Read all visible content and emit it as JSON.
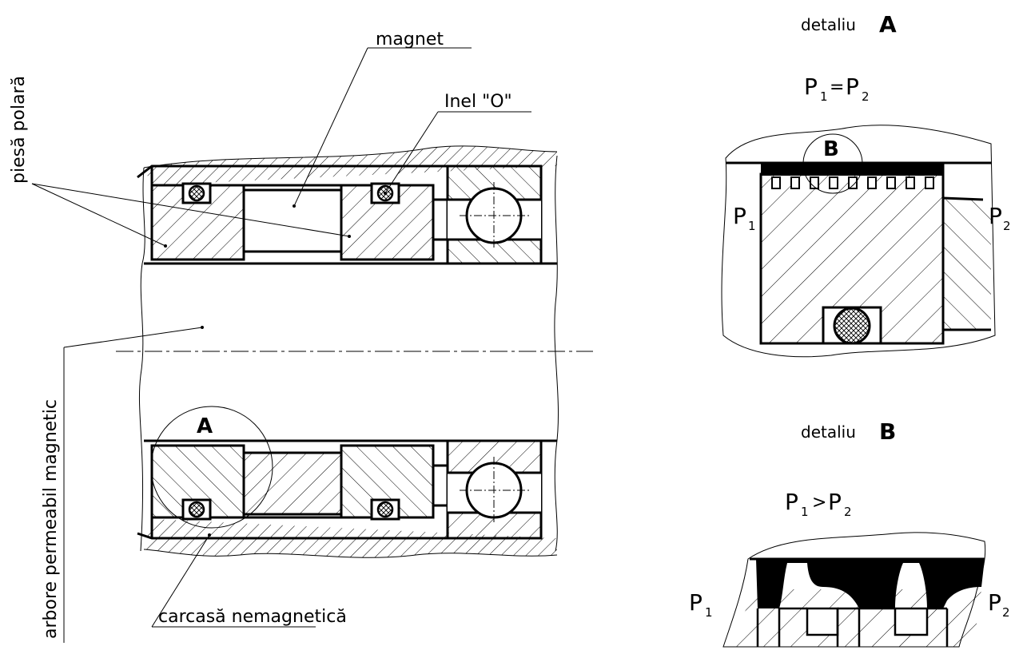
{
  "labels": {
    "piesa_polara": "piesă polară",
    "magnet": "magnet",
    "inel_o": "Inel \"O\"",
    "arbore": "arbore permeabil magnetic",
    "carcasa": "carcasă nemagnetică",
    "detail_a_marker": "A"
  },
  "detail_a": {
    "title_word": "detaliu",
    "title_letter": "A",
    "equation": {
      "left": "P",
      "left_sub": "1",
      "op": "=",
      "right": "P",
      "right_sub": "2"
    },
    "b_marker": "B",
    "p1": {
      "base": "P",
      "sub": "1"
    },
    "p2": {
      "base": "P",
      "sub": "2"
    }
  },
  "detail_b": {
    "title_word": "detaliu",
    "title_letter": "B",
    "equation": {
      "left": "P",
      "left_sub": "1",
      "op": ">",
      "right": "P",
      "right_sub": "2"
    },
    "p1": {
      "base": "P",
      "sub": "1"
    },
    "p2": {
      "base": "P",
      "sub": "2"
    }
  }
}
